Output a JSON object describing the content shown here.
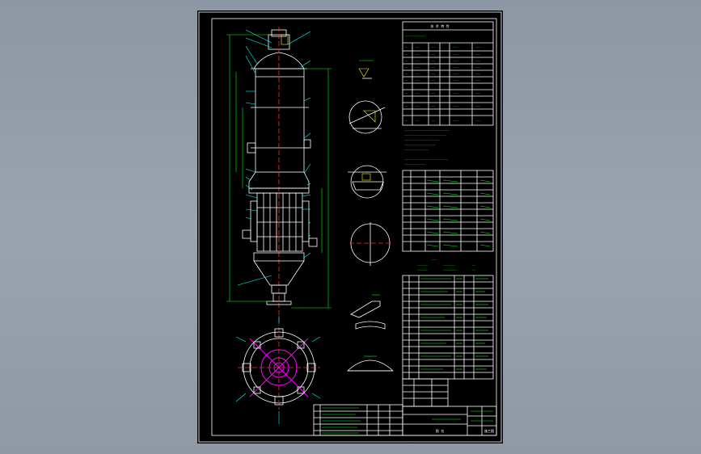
{
  "sheet": {
    "background": "#000000",
    "frame_color": "#ffffff",
    "accent_colors": {
      "outline": "#ffffff",
      "dimension": "#00ff00",
      "centerline": "#ff3030",
      "leader": "#00ffff",
      "highlight": "#ffff00",
      "flange_top_view": "#ff00ff"
    }
  },
  "title_block": {
    "label_tiny": "图 名",
    "label_doc": "施工图"
  },
  "spec_table": {
    "header": "技 术 特 性"
  },
  "views": {
    "main_view": "vessel-elevation",
    "top_view": "flange-plan",
    "details": [
      "detail-a",
      "detail-b",
      "detail-c",
      "detail-d",
      "detail-e",
      "detail-f"
    ]
  }
}
